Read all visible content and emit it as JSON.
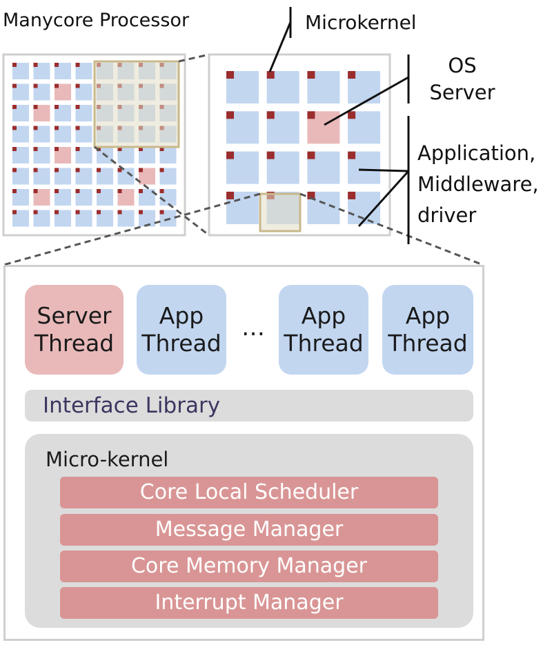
{
  "labels": {
    "manycore": "Manycore Processor",
    "microkernel": "Microkernel",
    "os_server": [
      "OS",
      "Server"
    ],
    "app_group": [
      "Application,",
      "Middleware,",
      "driver"
    ]
  },
  "threads": [
    {
      "kind": "server",
      "lines": [
        "Server",
        "Thread"
      ]
    },
    {
      "kind": "app",
      "lines": [
        "App",
        "Thread"
      ]
    },
    {
      "kind": "app",
      "lines": [
        "App",
        "Thread"
      ]
    },
    {
      "kind": "app",
      "lines": [
        "App",
        "Thread"
      ]
    }
  ],
  "ellipsis": "…",
  "interface_library": "Interface Library",
  "micro_kernel": {
    "title": "Micro-kernel",
    "modules": [
      "Core Local Scheduler",
      "Message Manager",
      "Core Memory Manager",
      "Interrupt Manager"
    ]
  },
  "colors": {
    "app_core": "#c2d6f0",
    "server_core": "#e9b9b9",
    "kernel_marker": "#9b2d2d",
    "highlight_fill": "#e2dcc6",
    "highlight_border": "#c8b88a",
    "module": "#d99595",
    "panel": "#dcdcdc"
  }
}
